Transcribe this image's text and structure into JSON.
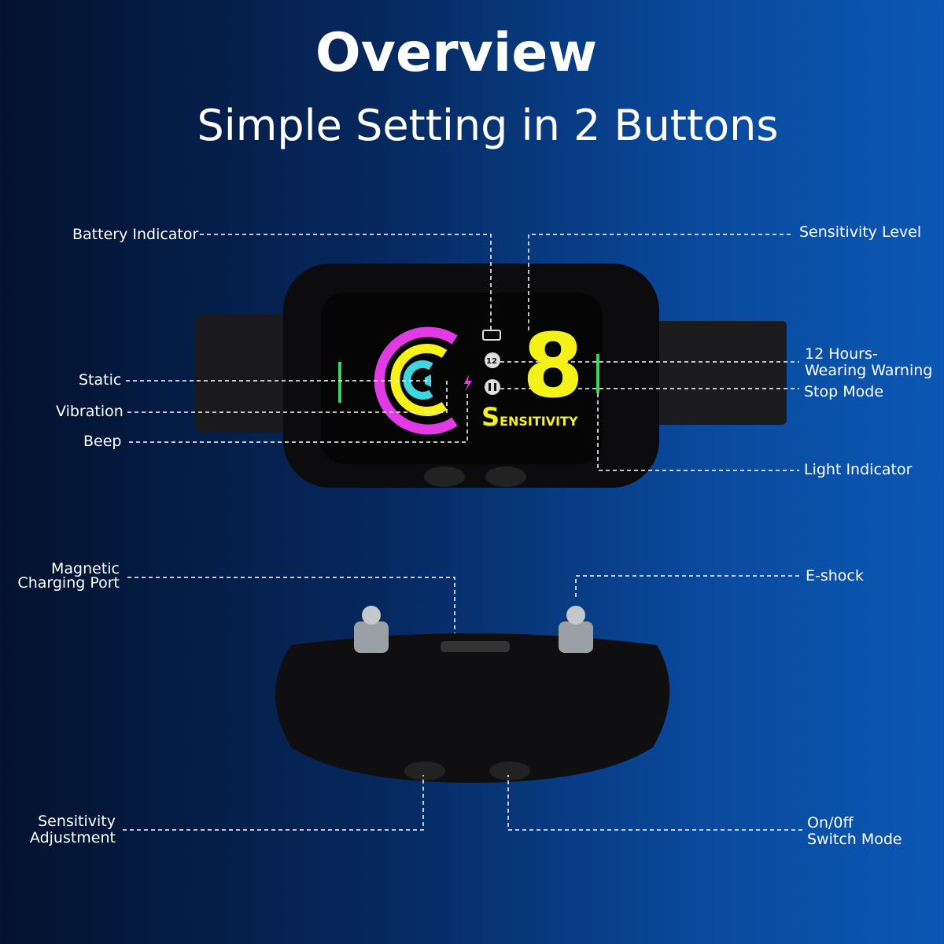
{
  "header": {
    "title": "Overview",
    "subtitle": "Simple Setting in 2 Buttons"
  },
  "labels": {
    "battery": "Battery Indicator",
    "sensitivity_level": "Sensitivity Level",
    "static": "Static",
    "vibration": "Vibration",
    "beep": "Beep",
    "wearing_warning_1": "12 Hours-",
    "wearing_warning_2": "Wearing Warning",
    "stop_mode": "Stop Mode",
    "light_indicator": "Light Indicator",
    "charging_1": "Magnetic",
    "charging_2": "Charging Port",
    "eshock": "E-shock",
    "sens_adj_1": "Sensitivity",
    "sens_adj_2": "Adjustment",
    "onoff_1": "On/0ff",
    "onoff_2": "Switch Mode"
  },
  "screen": {
    "digit": "8",
    "timer": "12",
    "word_initial": "S",
    "word_rest": "ENSITIVITY"
  },
  "colors": {
    "magenta": "#e23be6",
    "yellow": "#f5f21a",
    "cyan": "#3fd6e0",
    "green": "#3ed65a"
  }
}
